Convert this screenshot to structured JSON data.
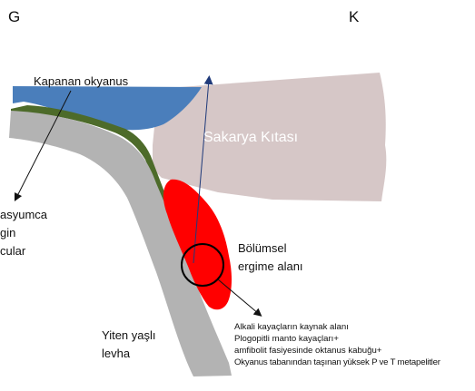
{
  "compass": {
    "west": "G",
    "east": "K"
  },
  "labels": {
    "closing_ocean": "Kapanan okyanus",
    "continent": "Sakarya Kıtası",
    "left_cut_1": "asyumca",
    "left_cut_2": "gin",
    "left_cut_3": "cular",
    "partial_melt_1": "Bölümsel",
    "partial_melt_2": "ergime alanı",
    "slab_1": "Yiten yaşlı",
    "slab_2": "levha"
  },
  "annotation": {
    "line1": "Alkali kayaçların kaynak alanı",
    "line2": "Plogopitli manto kayaçları+",
    "line3": "amfibolit fasiyesinde oktanus kabuğu+",
    "line4": "Okyanus tabanından taşınan yüksek P ve T metapelitler"
  },
  "colors": {
    "ocean": "#4a7ebb",
    "continent": "#d6c7c7",
    "slab": "#b3b3b3",
    "sediment": "#4d6b2a",
    "melt": "#ff0000",
    "arrow_blue": "#1f3a7a"
  }
}
